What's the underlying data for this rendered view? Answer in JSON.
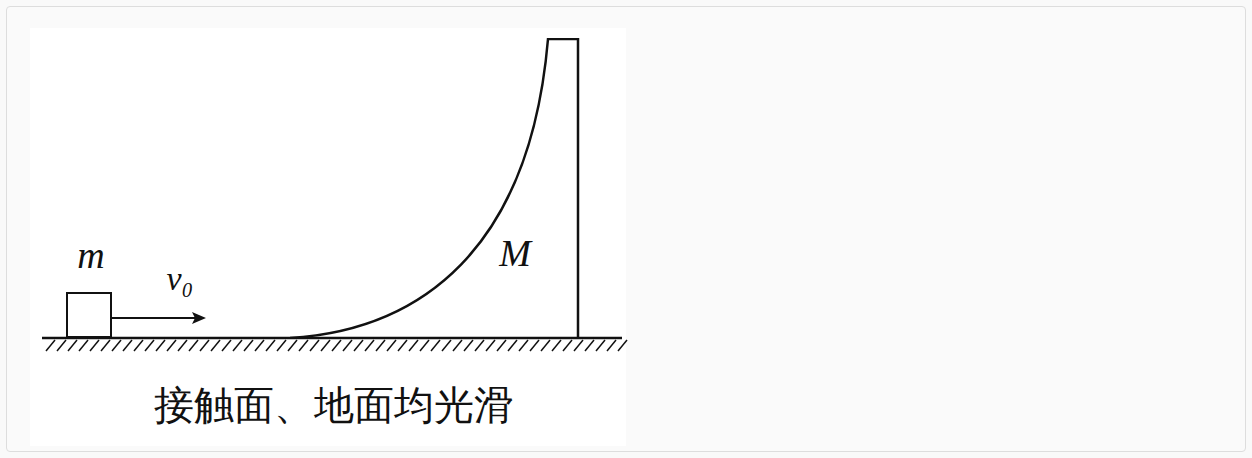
{
  "diagram": {
    "caption": "接触面、地面均光滑",
    "nodes": [
      {
        "text": [
          "m"
        ]
      },
      {
        "text": [
          "M"
        ]
      }
    ],
    "labels": [
      "v₀"
    ]
  }
}
